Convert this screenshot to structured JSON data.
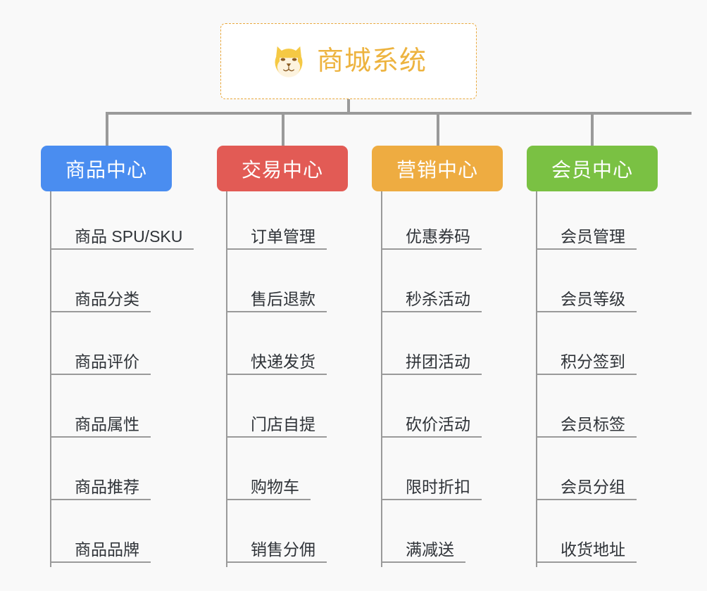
{
  "diagram": {
    "title": "商城系统",
    "root": {
      "label": "商城系统",
      "icon": "shiba-dog-icon",
      "text_color": "#edb33f",
      "border_color": "#e9a83c",
      "background": "#ffffff"
    },
    "background_color": "#f9f9f9",
    "connector_color": "#9a9a9a",
    "leaf_text_color": "#2f3338",
    "columns": [
      {
        "header": "商品中心",
        "color": "#4a8df0",
        "items": [
          "商品 SPU/SKU",
          "商品分类",
          "商品评价",
          "商品属性",
          "商品推荐",
          "商品品牌"
        ]
      },
      {
        "header": "交易中心",
        "color": "#e25b55",
        "items": [
          "订单管理",
          "售后退款",
          "快递发货",
          "门店自提",
          "购物车",
          "销售分佣"
        ]
      },
      {
        "header": "营销中心",
        "color": "#eeac41",
        "items": [
          "优惠券码",
          "秒杀活动",
          "拼团活动",
          "砍价活动",
          "限时折扣",
          "满减送"
        ]
      },
      {
        "header": "会员中心",
        "color": "#7ac143",
        "items": [
          "会员管理",
          "会员等级",
          "积分签到",
          "会员标签",
          "会员分组",
          "收货地址"
        ]
      }
    ]
  }
}
